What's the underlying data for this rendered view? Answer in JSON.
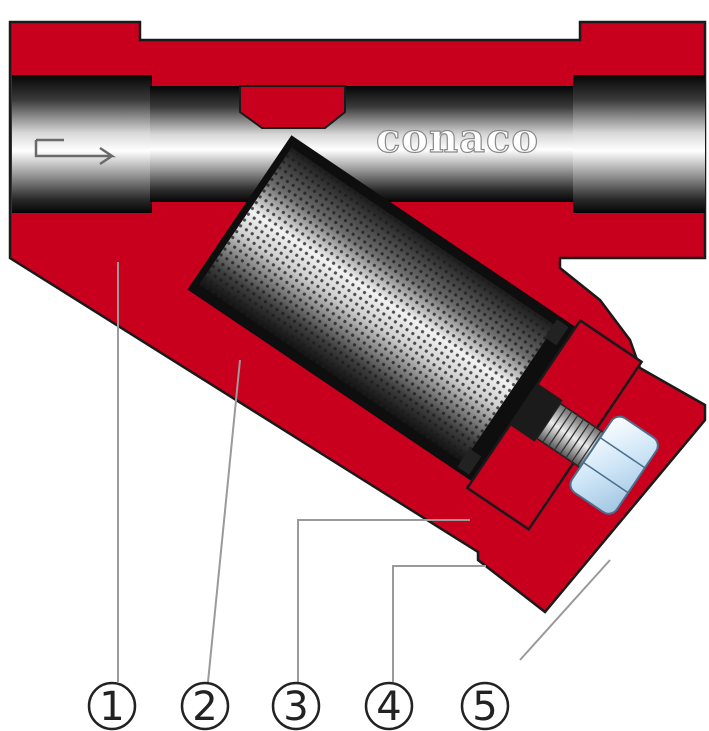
{
  "brand": {
    "text": "conaco"
  },
  "callouts": [
    {
      "number": "1",
      "part": "body"
    },
    {
      "number": "2",
      "part": "screen"
    },
    {
      "number": "3",
      "part": "screen-seal"
    },
    {
      "number": "4",
      "part": "cap"
    },
    {
      "number": "5",
      "part": "drain-plug"
    }
  ],
  "colors": {
    "body_red": "#c8001e",
    "outline": "#1a1a1a",
    "metal_light": "#f4f4f4",
    "metal_dark": "#0a0a0a",
    "screen_blue": "#cfe6f7",
    "leader": "#9a9a9a"
  },
  "icons": {
    "flow": "flow-direction-arrow-icon"
  }
}
